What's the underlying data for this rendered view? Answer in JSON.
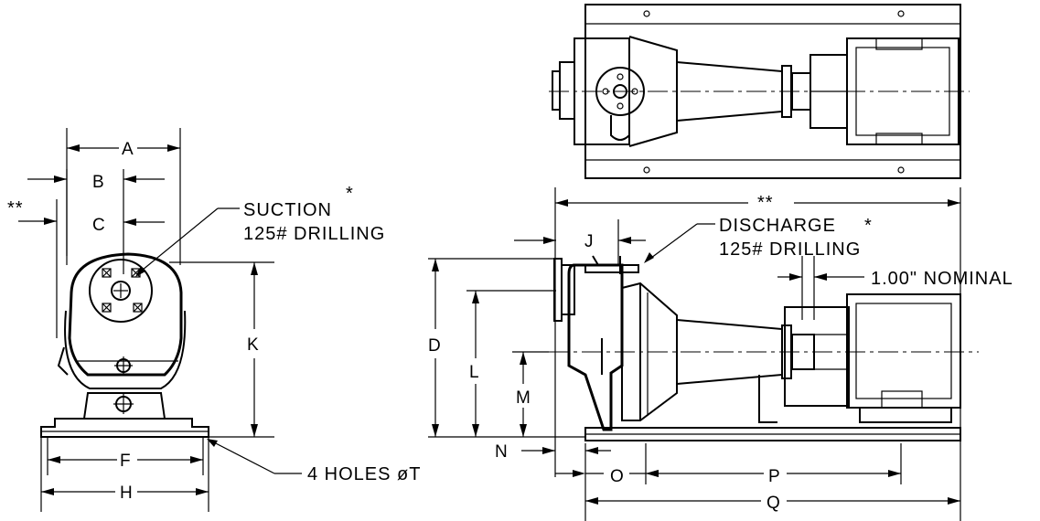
{
  "dims": {
    "A": "A",
    "B": "B",
    "C": "C",
    "K": "K",
    "F": "F",
    "H": "H",
    "D": "D",
    "L": "L",
    "M": "M",
    "N": "N",
    "J": "J",
    "O": "O",
    "P": "P",
    "Q": "Q",
    "double_star_left": "**",
    "double_star_overall": "**"
  },
  "notes": {
    "suction": "SUCTION",
    "suction_star": "*",
    "suction_drilling": "125#  DRILLING",
    "discharge": "DISCHARGE",
    "discharge_star": "*",
    "discharge_drilling": "125#  DRILLING",
    "nominal": "1.00\"  NOMINAL",
    "holes": "4  HOLES  øT"
  }
}
